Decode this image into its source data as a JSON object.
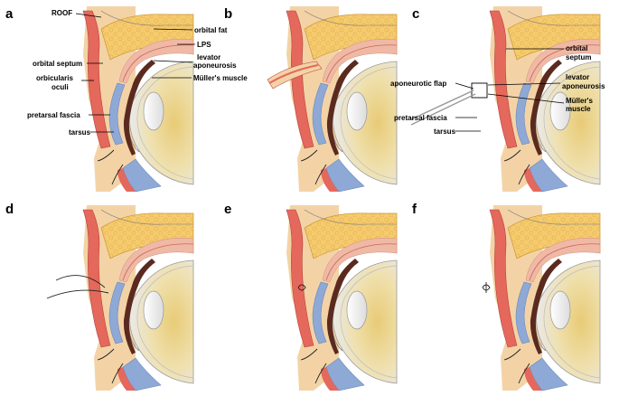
{
  "panels": [
    {
      "letter": "a",
      "labels": {
        "roof": "ROOF",
        "orbital_fat": "orbital fat",
        "lps": "LPS",
        "orbital_septum": "orbital septum",
        "levator_1": "levator",
        "levator_2": "aponeurosis",
        "orbicularis_1": "orbicularis",
        "orbicularis_2": "oculi",
        "muller": "Müller's muscle",
        "pretarsal_fascia": "pretarsal fascia",
        "tarsus": "tarsus"
      }
    },
    {
      "letter": "b"
    },
    {
      "letter": "c",
      "labels": {
        "orbital_1": "orbital",
        "orbital_2": "septum",
        "aponeurotic_flap": "aponeurotic flap",
        "levator_1": "levator",
        "levator_2": "aponeurosis",
        "muller_1": "Müller's",
        "muller_2": "muscle",
        "pretarsal_fascia": "pretarsal fascia",
        "tarsus": "tarsus"
      }
    },
    {
      "letter": "d"
    },
    {
      "letter": "e"
    },
    {
      "letter": "f"
    }
  ],
  "colors": {
    "fat": "#f5cb6e",
    "fat_border": "#c9962f",
    "skin": "#f3d3a6",
    "muscle": "#e4685c",
    "muscle_dark": "#b8433a",
    "levator": "#efb9a6",
    "tarsus_blue": "#8ea9d6",
    "muller_brown": "#5b2a1e",
    "eye_gray": "#e6e6e6",
    "eye_yellow": "#e2c46c",
    "lens": "#f4f4f4"
  }
}
